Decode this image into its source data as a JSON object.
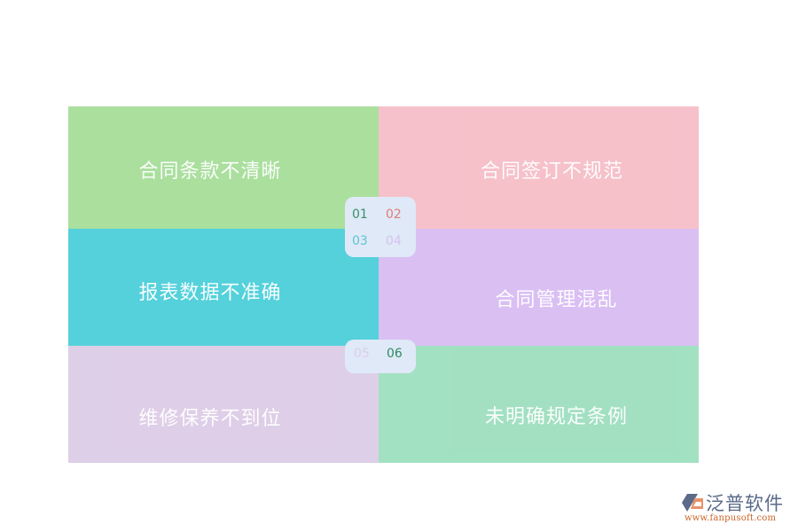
{
  "diagram": {
    "items": [
      {
        "num": "01",
        "label": "合同条款不清晰",
        "color": "#a8de9b",
        "num_color": "#3a8f6a"
      },
      {
        "num": "02",
        "label": "合同签订不规范",
        "color": "#f6bfc8",
        "num_color": "#e07d79"
      },
      {
        "num": "03",
        "label": "报表数据不准确",
        "color": "#4fd0da",
        "num_color": "#61c3d0"
      },
      {
        "num": "04",
        "label": "合同管理混乱",
        "color": "#d9bdf3",
        "num_color": "#d5c1ef"
      },
      {
        "num": "05",
        "label": "维修保养不到位",
        "color": "#ddcde7",
        "num_color": "#dccde8"
      },
      {
        "num": "06",
        "label": "未明确规定条例",
        "color": "#9fe0c0",
        "num_color": "#2e8a64"
      }
    ]
  },
  "logo": {
    "name": "泛普软件",
    "url": "www.fanpusoft.com",
    "icon": "fanpu-logo-icon"
  }
}
